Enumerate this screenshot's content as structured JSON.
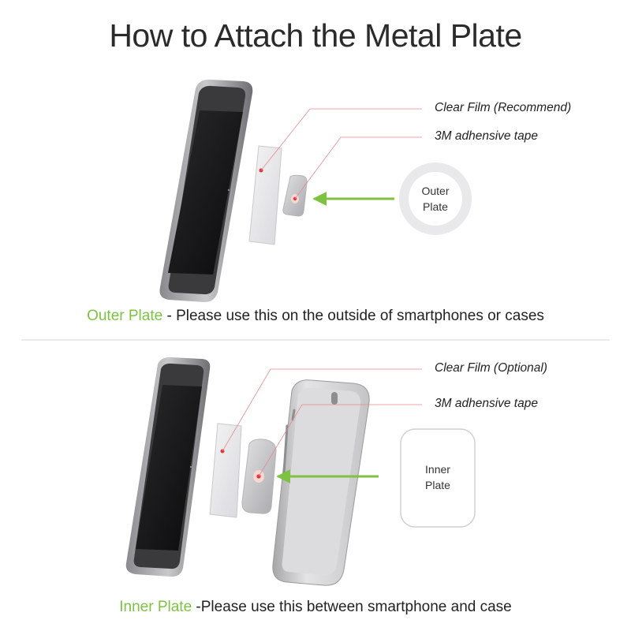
{
  "title": "How to Attach the Metal Plate",
  "colors": {
    "accent_green": "#7dc242",
    "callout_red": "#e0343a"
  },
  "outer": {
    "callouts": [
      "Clear Film (Recommend)",
      "3M adhensive tape"
    ],
    "plate_label": [
      "Outer",
      "Plate"
    ],
    "caption_highlight": "Outer Plate",
    "caption_rest": " - Please use this on the outside of smartphones or cases"
  },
  "inner": {
    "callouts": [
      "Clear Film (Optional)",
      "3M adhensive tape"
    ],
    "plate_label": [
      "Inner",
      "Plate"
    ],
    "caption_highlight": "Inner Plate",
    "caption_rest": " -Please use this between smartphone and case"
  }
}
